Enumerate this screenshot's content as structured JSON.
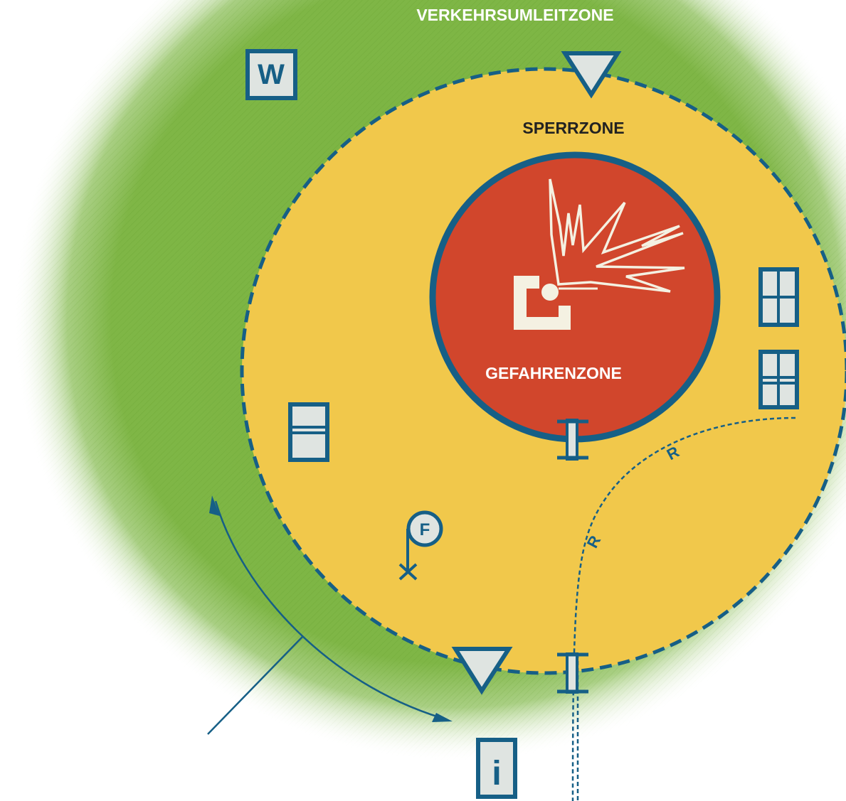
{
  "zones": {
    "outer_label": "VERKEHRSUMLEITZONE",
    "middle_label": "SPERRZONE",
    "inner_label": "GEFAHRENZONE"
  },
  "markers": {
    "w_sign": "W",
    "info_sign": "i",
    "f_marker": "F",
    "route_label_1": "R",
    "route_label_2": "R"
  },
  "colors": {
    "outer_zone": "#7cb342",
    "middle_zone": "#f1c84b",
    "inner_zone": "#d1462c",
    "boundary": "#165f86",
    "symbol_fill": "#dfe4e1",
    "symbol_light": "#f4f1e2",
    "label_light": "#ffffff",
    "label_dark": "#222222"
  },
  "icons": {
    "explosion": "explosion-icon",
    "checkpoint": "triangle-checkpoint-icon",
    "building": "building-icon",
    "barrier": "barrier-icon",
    "fire_hydrant": "hydrant-icon"
  }
}
